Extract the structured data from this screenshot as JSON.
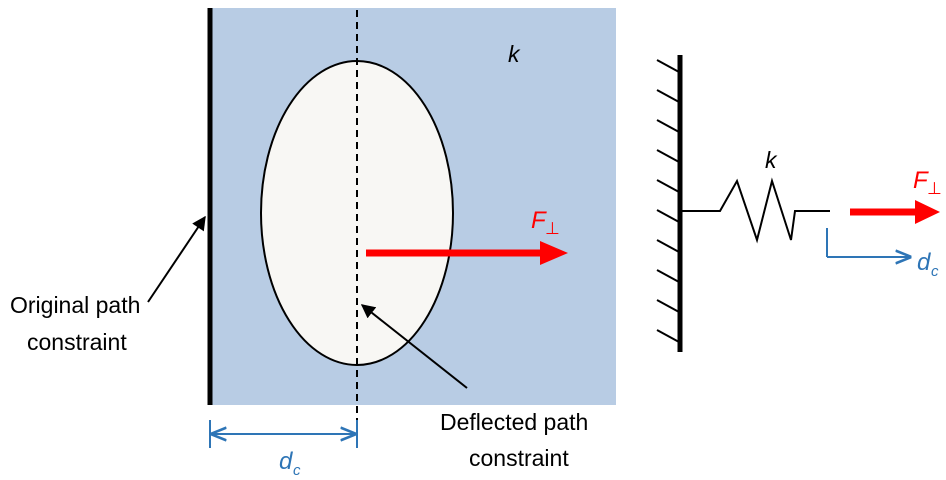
{
  "labels": {
    "original_path_line1": "Original path",
    "original_path_line2": "constraint",
    "deflected_path_line1": "Deflected path",
    "deflected_path_line2": "constraint",
    "stiffness_region": "k",
    "stiffness_spring": "k",
    "force_main": "F",
    "force_main_subscript": "⊥",
    "force_spring": "F",
    "force_spring_subscript": "⊥",
    "disp_bottom": "d",
    "disp_bottom_subscript": "c",
    "disp_spring": "d",
    "disp_spring_subscript": "c"
  },
  "colors": {
    "region_fill": "#b8cce4",
    "ellipse_fill": "#f8f7f4",
    "force_arrow": "#ff0000",
    "dimension": "#2e75b6",
    "ink": "#000000"
  }
}
